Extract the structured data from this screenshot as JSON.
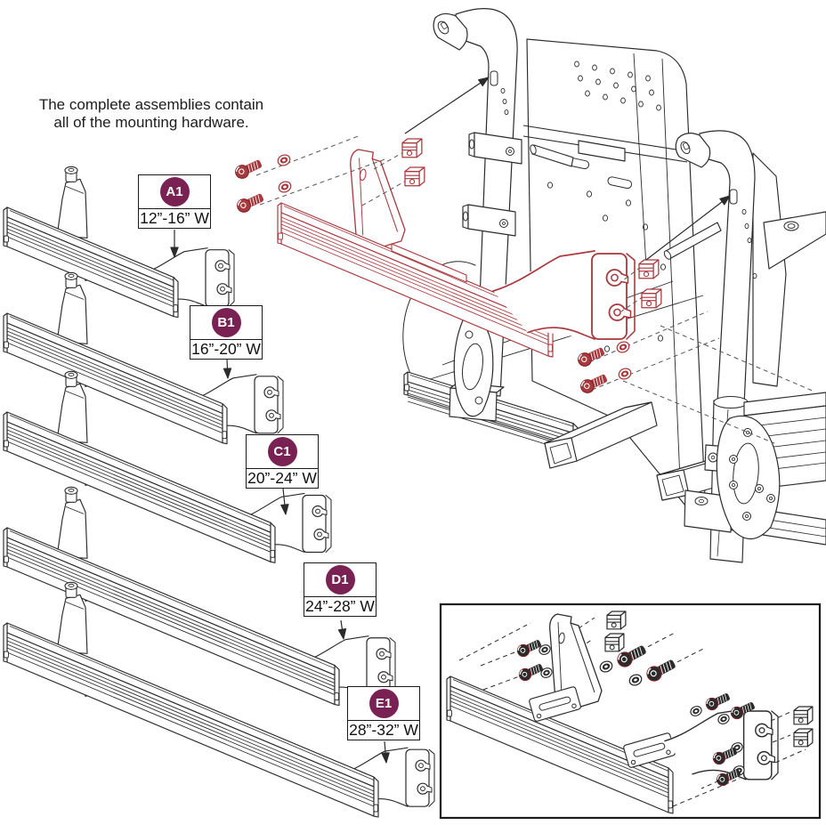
{
  "note": {
    "lines": [
      "The complete assemblies contain",
      "all of the mounting hardware."
    ]
  },
  "assemblies": [
    {
      "id": "A1",
      "size": "12”-16” W"
    },
    {
      "id": "B1",
      "size": "16”-20” W"
    },
    {
      "id": "C1",
      "size": "20”-24” W"
    },
    {
      "id": "D1",
      "size": "24”-28” W"
    },
    {
      "id": "E1",
      "size": "28”-32” W"
    }
  ],
  "colors": {
    "badge_bg": "#7A2154",
    "badge_fg": "#FFFFFF",
    "highlight": "#A8393D",
    "line": "#2B2B2B",
    "dash": "#555555",
    "background": "#FFFFFF",
    "label_border": "#1A1A1A"
  }
}
